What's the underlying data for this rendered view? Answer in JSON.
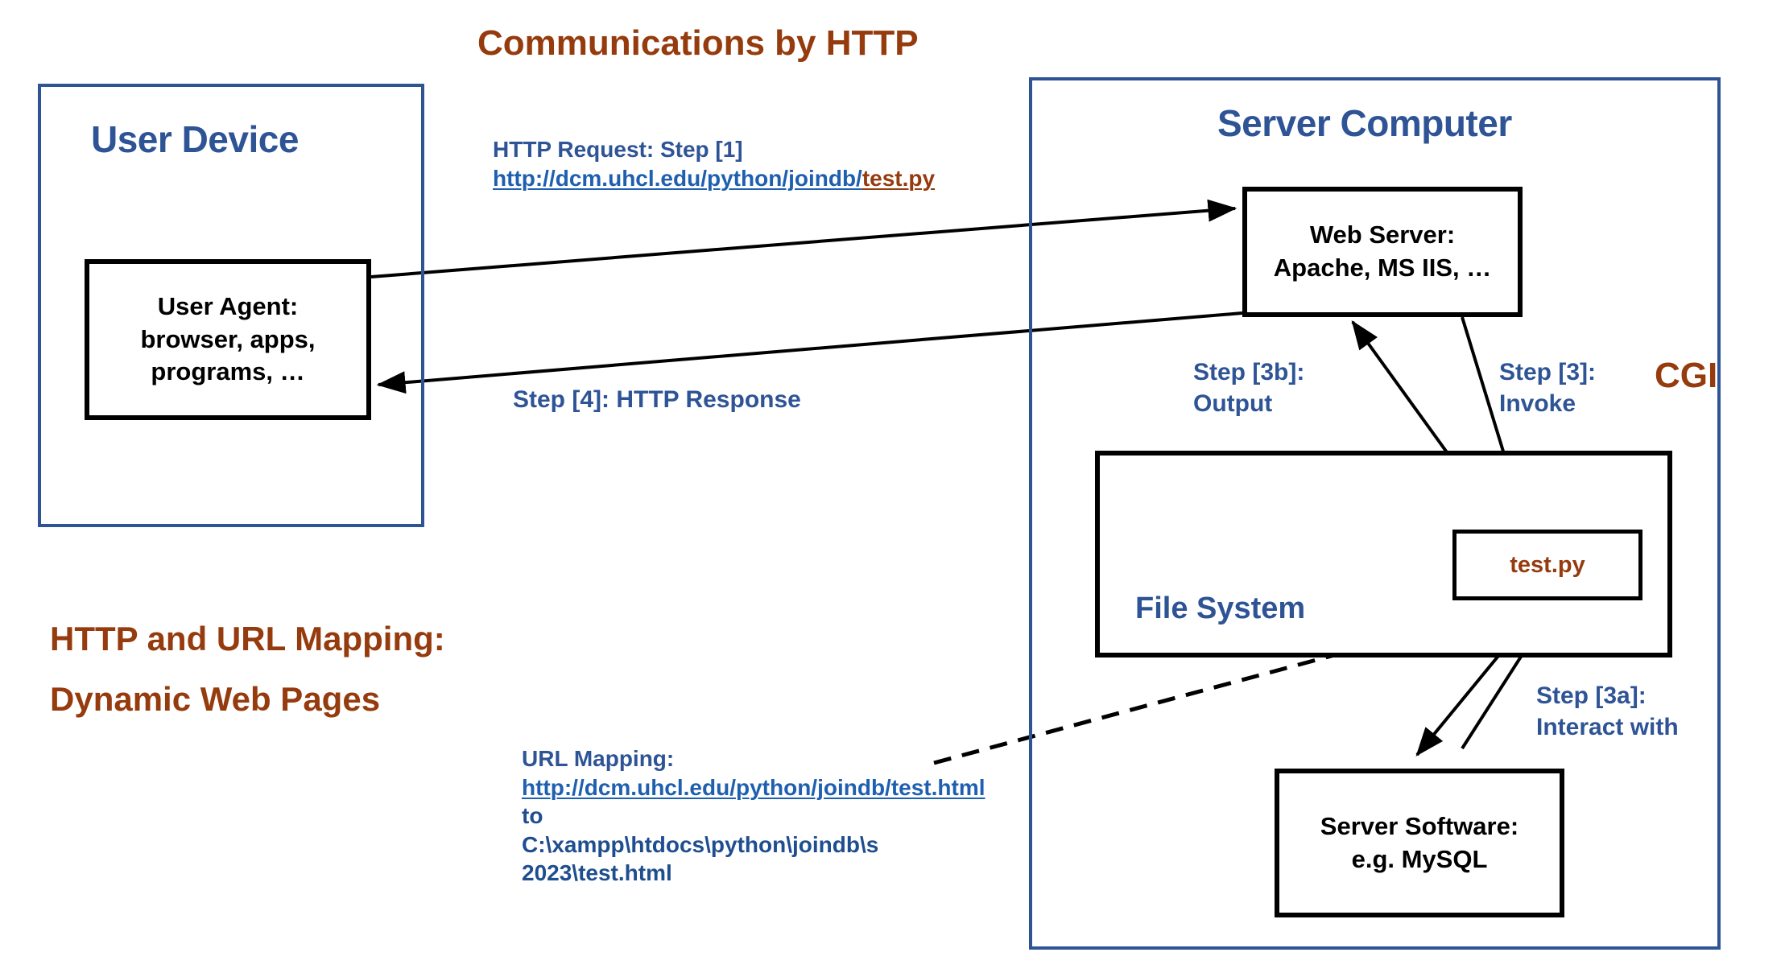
{
  "title": "Communications by HTTP",
  "section_title_line1": "HTTP and URL Mapping:",
  "section_title_line2": "Dynamic Web Pages",
  "cgi_label": "CGI",
  "user_device": {
    "title": "User Device",
    "user_agent": {
      "line1": "User Agent:",
      "line2": "browser, apps,",
      "line3": "programs, …"
    }
  },
  "server_computer": {
    "title": "Server Computer",
    "web_server": {
      "line1": "Web Server:",
      "line2": "Apache, MS IIS, …"
    },
    "file_system": {
      "title": "File System",
      "script_box": "test.py"
    },
    "server_software": {
      "line1": "Server Software:",
      "line2": "e.g. MySQL"
    }
  },
  "annotations": {
    "http_request": {
      "heading": "HTTP Request: Step [1]",
      "url_blue": "http://dcm.uhcl.edu/python/joindb/",
      "url_brown": "test.py"
    },
    "http_response": "Step [4]: HTTP Response",
    "step3": {
      "line1": "Step [3]:",
      "line2": "Invoke"
    },
    "step3a": {
      "line1": "Step [3a]:",
      "line2": "Interact with"
    },
    "step3b": {
      "line1": "Step [3b]:",
      "line2": "Output"
    },
    "url_mapping": {
      "heading": "URL Mapping:",
      "url": "http://dcm.uhcl.edu/python/joindb/test.html",
      "to_word": " to",
      "path_line1": "C:\\xampp\\htdocs\\python\\joindb\\s",
      "path_line2": "2023\\test.html"
    }
  },
  "colors": {
    "blue_accent": "#2e5496",
    "brown_accent": "#953b0d",
    "link_blue": "#1f5fb0",
    "line_black": "#000000"
  }
}
